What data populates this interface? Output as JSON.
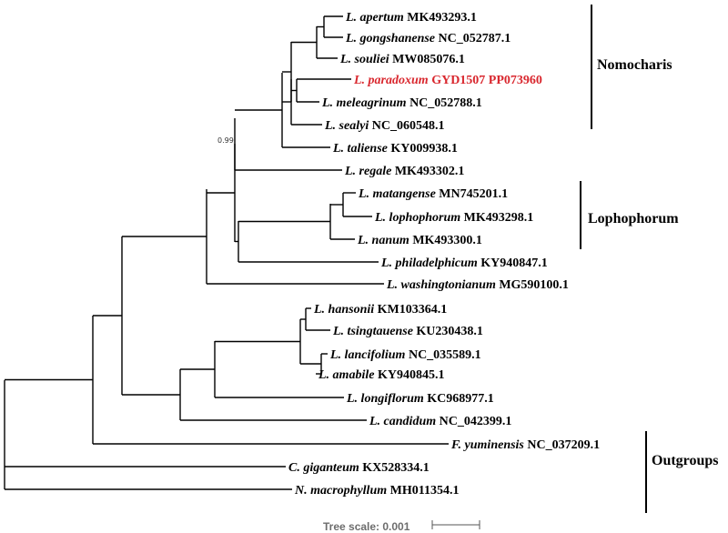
{
  "tips": [
    {
      "name": "L. apertum",
      "accession": "MK493293.1"
    },
    {
      "name": "L. gongshanense",
      "accession": "NC_052787.1"
    },
    {
      "name": "L. souliei",
      "accession": "MW085076.1"
    },
    {
      "name": "L. paradoxum",
      "accession": "GYD1507 PP073960",
      "highlight": true
    },
    {
      "name": "L. meleagrinum",
      "accession": "NC_052788.1"
    },
    {
      "name": "L. sealyi",
      "accession": "NC_060548.1"
    },
    {
      "name": "L. taliense",
      "accession": "KY009938.1"
    },
    {
      "name": "L. regale",
      "accession": "MK493302.1"
    },
    {
      "name": "L. matangense",
      "accession": "MN745201.1"
    },
    {
      "name": "L. lophophorum",
      "accession": "MK493298.1"
    },
    {
      "name": "L. nanum",
      "accession": "MK493300.1"
    },
    {
      "name": "L. philadelphicum",
      "accession": "KY940847.1"
    },
    {
      "name": "L. washingtonianum",
      "accession": "MG590100.1"
    },
    {
      "name": "L. hansonii",
      "accession": "KM103364.1"
    },
    {
      "name": "L. tsingtauense",
      "accession": "KU230438.1"
    },
    {
      "name": "L. lancifolium",
      "accession": "NC_035589.1"
    },
    {
      "name": "L. amabile",
      "accession": "KY940845.1"
    },
    {
      "name": "L. longiflorum",
      "accession": "KC968977.1"
    },
    {
      "name": "L. candidum",
      "accession": "NC_042399.1"
    },
    {
      "name": "F. yuminensis",
      "accession": "NC_037209.1"
    },
    {
      "name": "C. giganteum",
      "accession": "KX528334.1"
    },
    {
      "name": "N. macrophyllum",
      "accession": "MH011354.1"
    }
  ],
  "clades": [
    {
      "label": "Nomocharis"
    },
    {
      "label": "Lophophorum"
    },
    {
      "label": "Outgroups"
    }
  ],
  "support_values": [
    "0.99"
  ],
  "scale": {
    "label": "Tree scale: 0.001"
  },
  "colors": {
    "highlight": "#d9272e",
    "text": "#000000",
    "scale_text": "#6d6d6d"
  }
}
